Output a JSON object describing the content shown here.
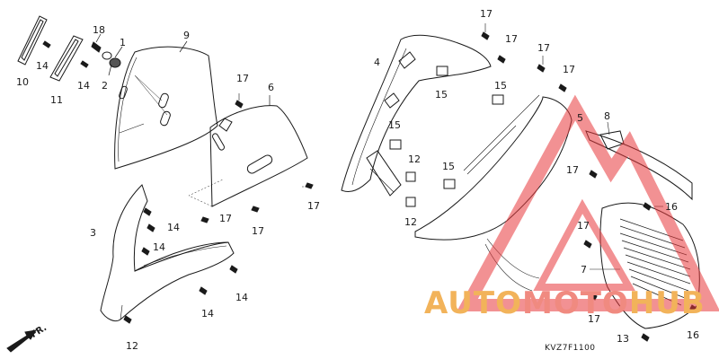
{
  "diagram": {
    "code": "KVZ7F1100",
    "direction_label": "FR.",
    "callouts": [
      {
        "id": "c10a",
        "label": "10"
      },
      {
        "id": "c14a",
        "label": "14"
      },
      {
        "id": "c18",
        "label": "18"
      },
      {
        "id": "c1",
        "label": "1"
      },
      {
        "id": "c2",
        "label": "2"
      },
      {
        "id": "c11",
        "label": "11"
      },
      {
        "id": "c14b",
        "label": "14"
      },
      {
        "id": "c9",
        "label": "9"
      },
      {
        "id": "c17a",
        "label": "17"
      },
      {
        "id": "c6",
        "label": "6"
      },
      {
        "id": "c17b",
        "label": "17"
      },
      {
        "id": "c17c",
        "label": "17"
      },
      {
        "id": "c17d",
        "label": "17"
      },
      {
        "id": "c3",
        "label": "3"
      },
      {
        "id": "c14c",
        "label": "14"
      },
      {
        "id": "c14d",
        "label": "14"
      },
      {
        "id": "c14e",
        "label": "14"
      },
      {
        "id": "c14f",
        "label": "14"
      },
      {
        "id": "c12a",
        "label": "12"
      },
      {
        "id": "c17e",
        "label": "17"
      },
      {
        "id": "c17f",
        "label": "17"
      },
      {
        "id": "c4",
        "label": "4"
      },
      {
        "id": "c15a",
        "label": "15"
      },
      {
        "id": "c15b",
        "label": "15"
      },
      {
        "id": "c15c",
        "label": "15"
      },
      {
        "id": "c12b",
        "label": "12"
      },
      {
        "id": "c15d",
        "label": "15"
      },
      {
        "id": "c12c",
        "label": "12"
      },
      {
        "id": "c17g",
        "label": "17"
      },
      {
        "id": "c17h",
        "label": "17"
      },
      {
        "id": "c5",
        "label": "5"
      },
      {
        "id": "c8",
        "label": "8"
      },
      {
        "id": "c17i",
        "label": "17"
      },
      {
        "id": "c16a",
        "label": "16"
      },
      {
        "id": "c17j",
        "label": "17"
      },
      {
        "id": "c7",
        "label": "7"
      },
      {
        "id": "c17k",
        "label": "17"
      },
      {
        "id": "c13",
        "label": "13"
      },
      {
        "id": "c16b",
        "label": "16"
      }
    ]
  },
  "watermark": {
    "part1": "AUTO",
    "part2": "MOTO",
    "part3": "HUB",
    "colors": {
      "orange": "#f2b35a",
      "red": "#f08a80"
    }
  }
}
